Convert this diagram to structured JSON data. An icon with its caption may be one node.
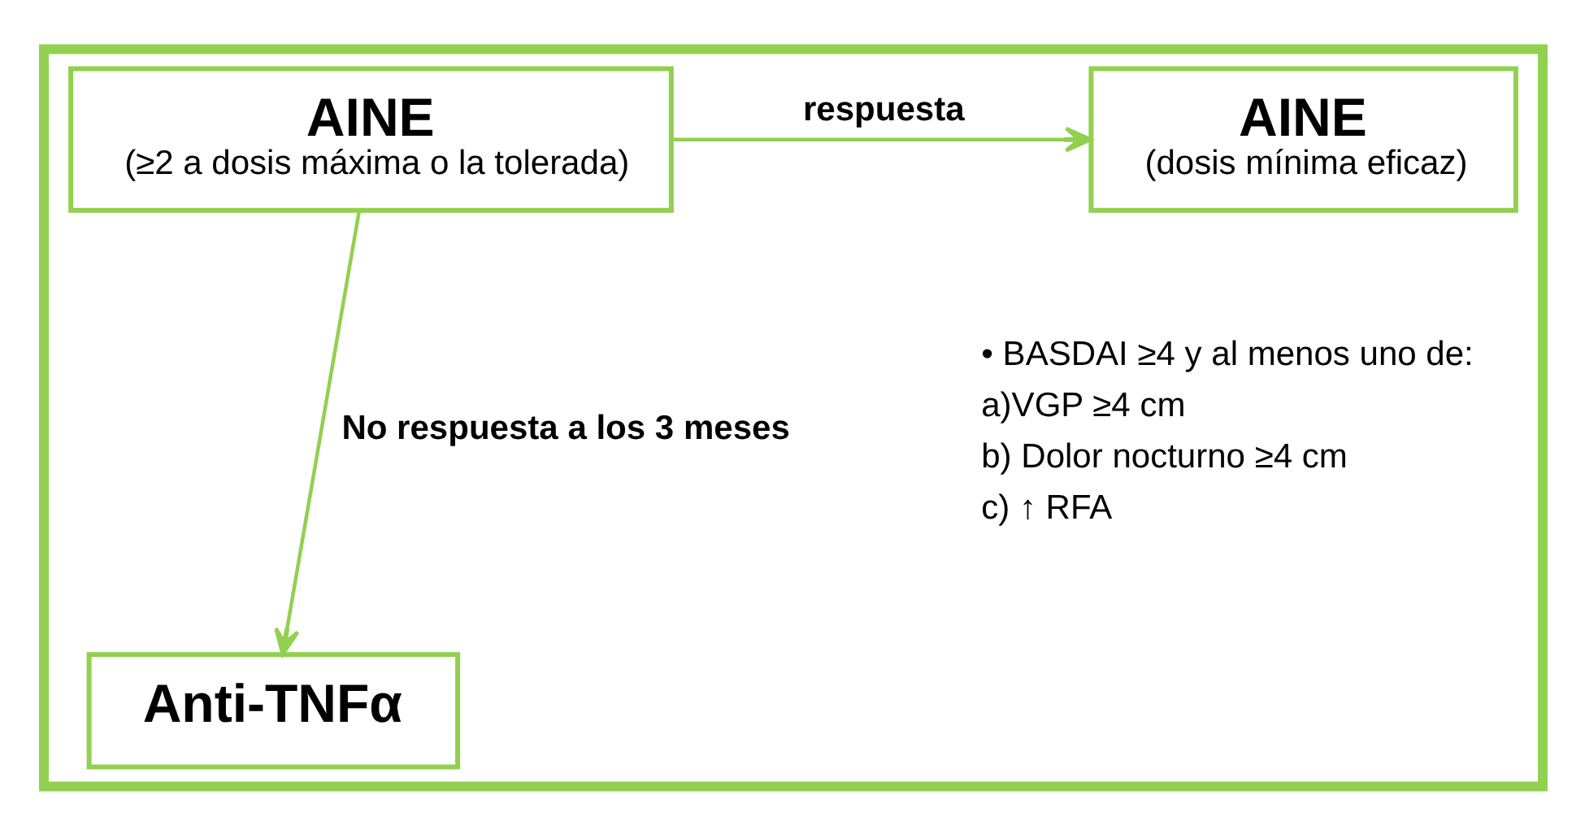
{
  "diagram": {
    "nodes": [
      {
        "text": [],
        "shape": "box"
      },
      {
        "text": [
          "AINE",
          "(≥2 a dosis máxima o la tolerada)"
        ],
        "in": 0
      },
      {
        "text": [
          "AINE",
          "(dosis mínima eficaz)"
        ],
        "in": 0
      },
      {
        "text": [
          "Anti-TNFα"
        ],
        "in": 0
      }
    ],
    "edges": [
      {
        "from": 1,
        "to": 2,
        "arrow": "to",
        "label": "respuesta"
      },
      {
        "from": 1,
        "to": 3,
        "arrow": "to",
        "label": "No respuesta a los 3 meses"
      }
    ],
    "labels": [
      "• BASDAI ≥4 y al menos uno de:",
      "a)VGP ≥4 cm",
      "b) Dolor nocturno ≥4 cm",
      "c) ↑ RFA"
    ]
  }
}
